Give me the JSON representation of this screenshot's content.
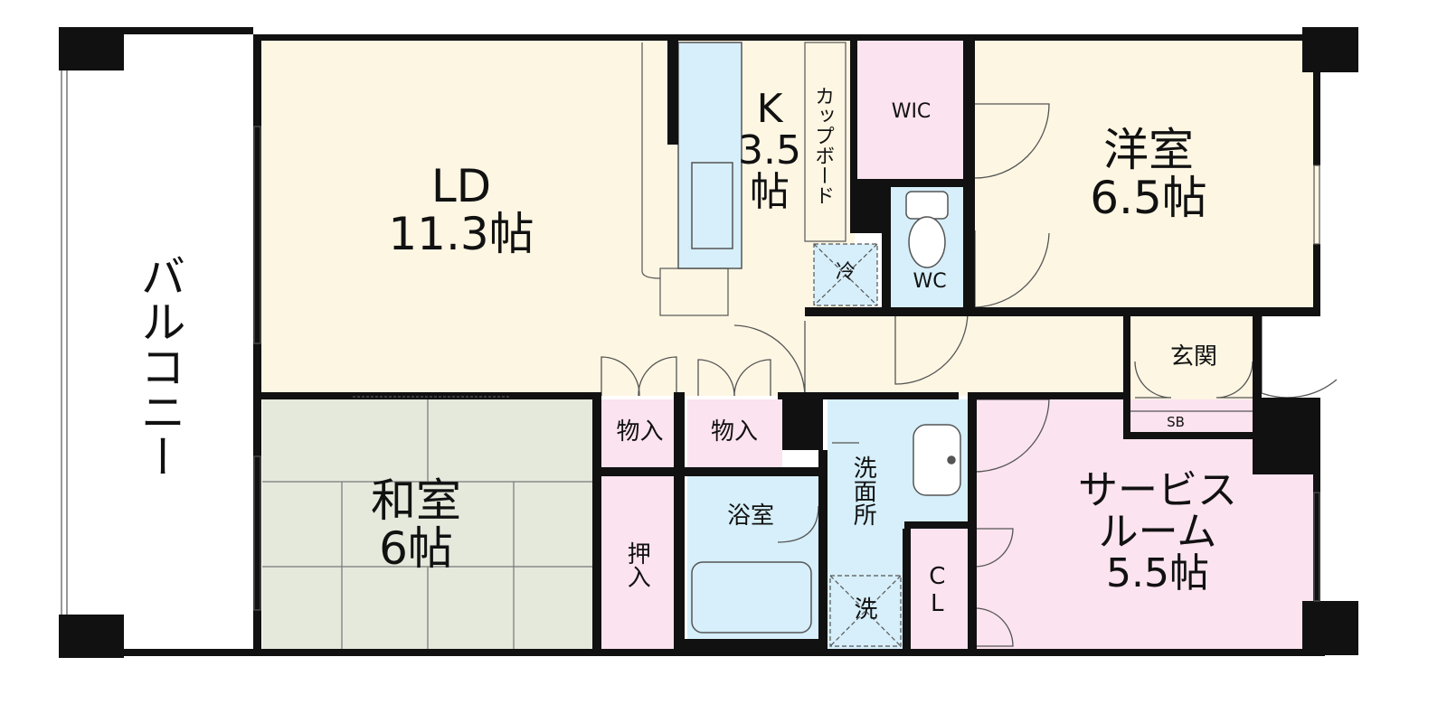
{
  "colors": {
    "wall": "#111111",
    "ld": "#fdf6e3",
    "washitsu": "#e4e9dc",
    "pink": "#fbe3ef",
    "blue": "#d6effa",
    "balcony": "#ffffff"
  },
  "rooms": {
    "ld": {
      "name": "LD",
      "size": "11.3帖"
    },
    "kitchen": {
      "name": "K",
      "size_num": "3.5",
      "size_unit": "帖"
    },
    "cupboard": "カップボード",
    "fridge": "冷",
    "wic": "WIC",
    "wc": "WC",
    "youshitsu": {
      "name": "洋室",
      "size": "6.5帖"
    },
    "genkan": "玄関",
    "sb": "SB",
    "washitsu": {
      "name": "和室",
      "size": "6帖"
    },
    "closet1": "物入",
    "closet2": "物入",
    "oshiire": "押入",
    "bath": "浴室",
    "senmenjo": "洗面所",
    "washer": "洗",
    "cl": "CL",
    "service": {
      "line1": "サービス",
      "line2": "ルーム",
      "size": "5.5帖"
    },
    "balcony": "バルコニー"
  }
}
